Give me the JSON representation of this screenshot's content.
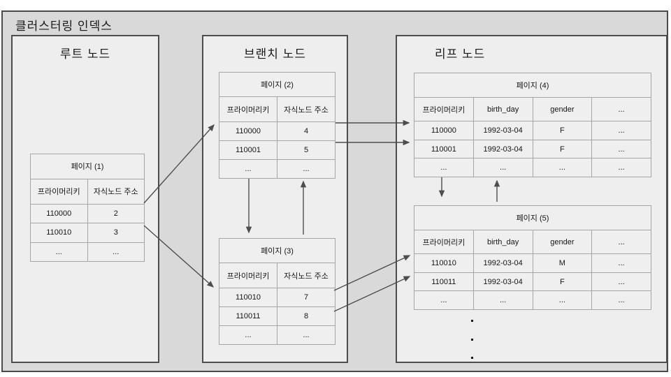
{
  "diagram": {
    "title": "클러스터링 인덱스",
    "colors": {
      "canvas_bg": "#ffffff",
      "frame_bg": "#d9d9d9",
      "frame_border": "#4a4a4a",
      "box_bg": "#eeeeee",
      "box_border": "#4d4d4d",
      "table_bg": "#efefef",
      "table_border": "#a6a6a6",
      "arrow": "#4d4d4d",
      "text": "#111111"
    },
    "nodes": [
      {
        "id": "root",
        "title": "루트 노드"
      },
      {
        "id": "branch",
        "title": "브랜치 노드"
      },
      {
        "id": "leaf",
        "title": "리프 노드"
      }
    ],
    "tables": [
      {
        "id": "page1",
        "title": "페이지 (1)",
        "columns": [
          "프라이머리키",
          "자식노드 주소"
        ],
        "rows": [
          [
            "110000",
            "2"
          ],
          [
            "110010",
            "3"
          ],
          [
            "...",
            "..."
          ]
        ]
      },
      {
        "id": "page2",
        "title": "페이지 (2)",
        "columns": [
          "프라이머리키",
          "자식노드 주소"
        ],
        "rows": [
          [
            "110000",
            "4"
          ],
          [
            "110001",
            "5"
          ],
          [
            "...",
            "..."
          ]
        ]
      },
      {
        "id": "page3",
        "title": "페이지 (3)",
        "columns": [
          "프라이머리키",
          "자식노드 주소"
        ],
        "rows": [
          [
            "110010",
            "7"
          ],
          [
            "110011",
            "8"
          ],
          [
            "...",
            "..."
          ]
        ]
      },
      {
        "id": "page4",
        "title": "페이지 (4)",
        "columns": [
          "프라이머리키",
          "birth_day",
          "gender",
          "..."
        ],
        "rows": [
          [
            "110000",
            "1992-03-04",
            "F",
            "..."
          ],
          [
            "110001",
            "1992-03-04",
            "F",
            "..."
          ],
          [
            "...",
            "...",
            "...",
            "..."
          ]
        ]
      },
      {
        "id": "page5",
        "title": "페이지 (5)",
        "columns": [
          "프라이머리키",
          "birth_day",
          "gender",
          "..."
        ],
        "rows": [
          [
            "110010",
            "1992-03-04",
            "M",
            "..."
          ],
          [
            "110011",
            "1992-03-04",
            "F",
            "..."
          ],
          [
            "...",
            "...",
            "...",
            "..."
          ]
        ]
      }
    ],
    "more_pages_dots": 3
  }
}
